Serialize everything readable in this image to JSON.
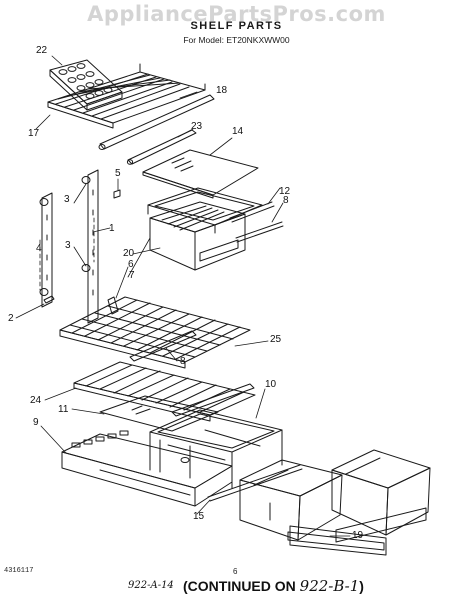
{
  "watermark": "AppliancePartsPros.com",
  "title": "SHELF PARTS",
  "model_line": "For Model: ET20NKXWW00",
  "callouts": {
    "c22": "22",
    "c18": "18",
    "c17": "17",
    "c23": "23",
    "c14": "14",
    "c5": "5",
    "c3a": "3",
    "c12": "12",
    "c8a": "8",
    "c1": "1",
    "c4": "4",
    "c3b": "3",
    "c20": "20",
    "c6": "6",
    "c7": "7",
    "c2": "2",
    "c25": "25",
    "c8b": "8",
    "c24": "24",
    "c11": "11",
    "c10": "10",
    "c9": "9",
    "c15": "15",
    "c19": "19"
  },
  "footer": {
    "doc_number": "4316117",
    "page_number": "6",
    "handwritten_ref": "922-A-14",
    "continued_label": "(CONTINUED ON ",
    "continued_ref": "922-B-1",
    "continued_close": ")"
  },
  "colors": {
    "line": "#1a1a1a",
    "watermark": "#d4d4d4"
  }
}
